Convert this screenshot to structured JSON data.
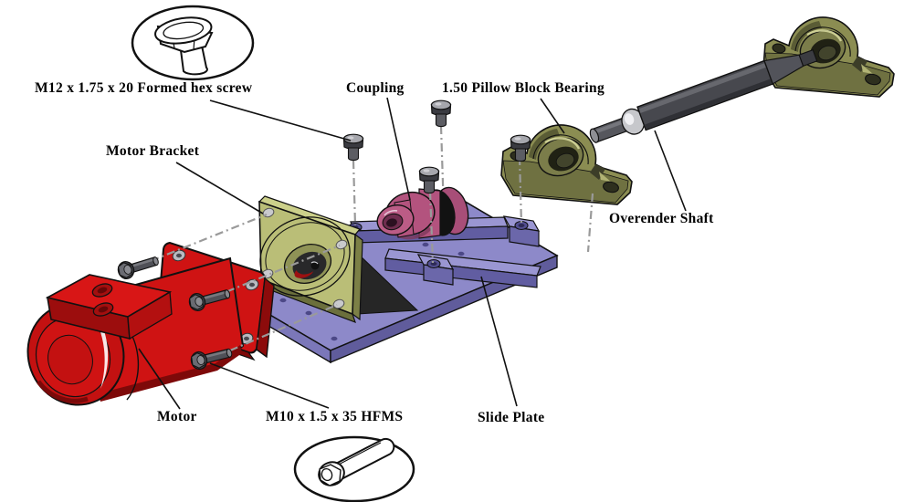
{
  "diagram": {
    "type": "exploded-assembly-drawing",
    "labels": {
      "m12_screw": "M12 x 1.75 x 20 Formed hex screw",
      "coupling": "Coupling",
      "pillow_block": "1.50 Pillow Block Bearing",
      "motor_bracket": "Motor Bracket",
      "overender_shaft": "Overender Shaft",
      "motor": "Motor",
      "m10_screw": "M10 x 1.5 x 35 HFMS",
      "slide_plate": "Slide Plate"
    },
    "colors": {
      "motor_red": "#cf1313",
      "slide_plate_purple": "#8d89c9",
      "bracket_olive": "#babe77",
      "coupling_magenta": "#b3537e",
      "bearing_olive": "#8b8d52",
      "shaft_gray": "#47484e",
      "outline": "#111111",
      "dash_line": "#9a9a9a",
      "background": "#ffffff"
    }
  }
}
